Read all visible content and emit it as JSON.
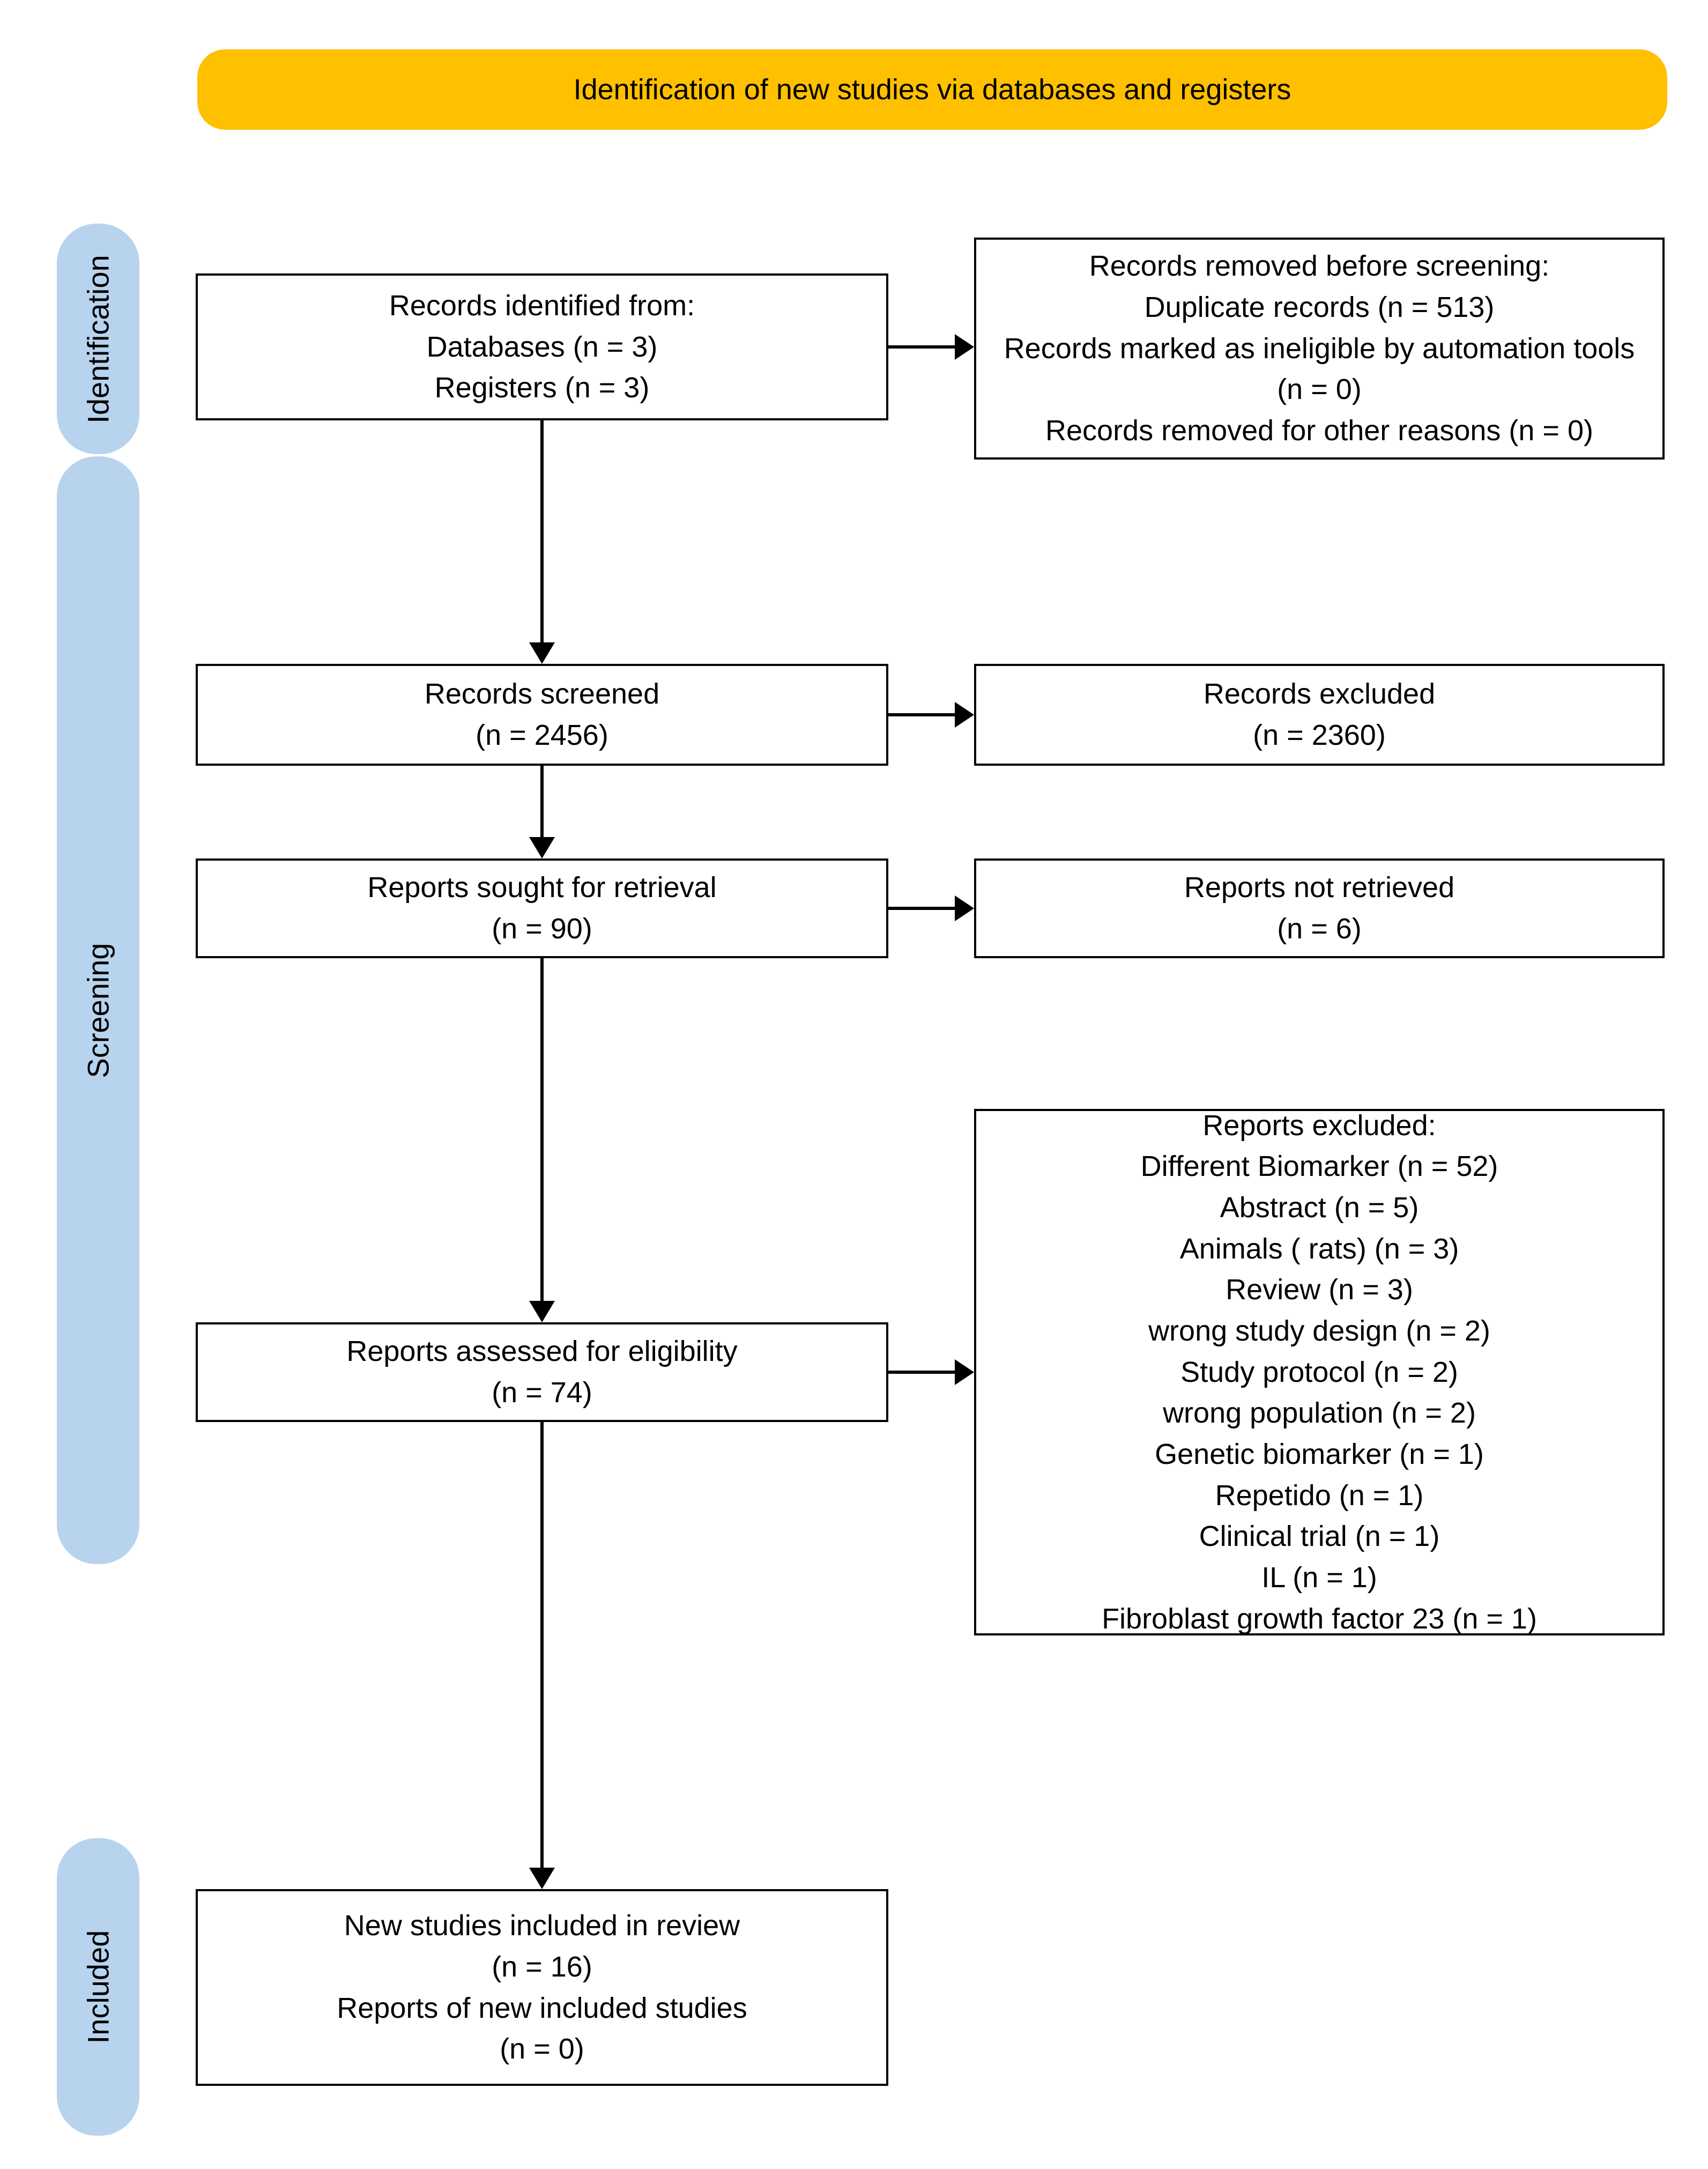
{
  "banner": {
    "label": "Identification of new studies via databases and registers"
  },
  "stages": [
    {
      "label": "Identification"
    },
    {
      "label": "Screening"
    },
    {
      "label": "Included"
    }
  ],
  "nodes": {
    "records_identified": {
      "text": "Records identified from:\nDatabases (n = 3)\nRegisters (n = 3)"
    },
    "records_removed": {
      "text": "Records removed before screening:\nDuplicate records (n = 513)\nRecords marked as ineligible by automation tools (n = 0)\nRecords removed for other reasons (n = 0)"
    },
    "records_screened": {
      "text": "Records screened\n(n = 2456)"
    },
    "records_excluded": {
      "text": "Records excluded\n(n = 2360)"
    },
    "reports_sought": {
      "text": "Reports sought for retrieval\n(n = 90)"
    },
    "reports_not_retrieved": {
      "text": "Reports not retrieved\n(n = 6)"
    },
    "reports_assessed": {
      "text": "Reports assessed for eligibility\n(n = 74)"
    },
    "reports_excluded": {
      "text": "Reports excluded:\nDifferent Biomarker (n = 52)\nAbstract (n = 5)\nAnimals ( rats) (n = 3)\nReview (n = 3)\nwrong study design (n = 2)\nStudy protocol (n = 2)\nwrong population (n = 2)\nGenetic biomarker (n = 1)\nRepetido (n = 1)\nClinical trial (n = 1)\nIL (n = 1)\nFibroblast growth factor 23 (n = 1)"
    },
    "new_studies_included": {
      "text": "New studies included in review\n(n = 16)\nReports of new included studies\n(n = 0)"
    }
  },
  "colors": {
    "banner_bg": "#FFC000",
    "stage_bg": "#B8D3EE",
    "box_border": "#000000",
    "arrow": "#000000",
    "text": "#000000"
  }
}
